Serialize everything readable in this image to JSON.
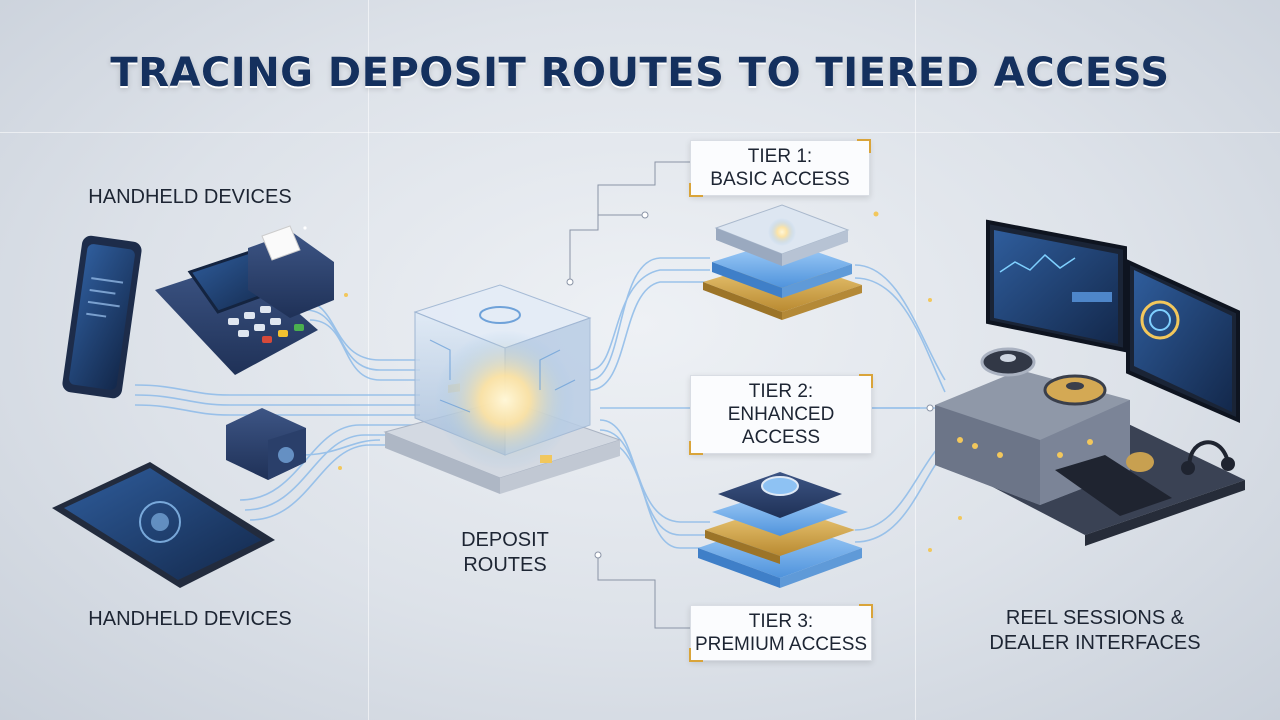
{
  "title": "TRACING DEPOSIT ROUTES TO TIERED ACCESS",
  "labels": {
    "handheld_top": "HANDHELD DEVICES",
    "handheld_bottom": "HANDHELD DEVICES",
    "deposit_line1": "DEPOSIT",
    "deposit_line2": "ROUTES",
    "reel_line1": "REEL SESSIONS &",
    "reel_line2": "DEALER INTERFACES"
  },
  "tiers": [
    {
      "line1": "TIER 1:",
      "line2": "BASIC ACCESS"
    },
    {
      "line1": "TIER 2:",
      "line2": "ENHANCED ACCESS"
    },
    {
      "line1": "TIER 3:",
      "line2": "PREMIUM ACCESS"
    }
  ],
  "colors": {
    "title": "#14305e",
    "route_glow": "#7fb3ea",
    "gold_accent": "#d9a43a",
    "device_navy": "#2d4470"
  }
}
